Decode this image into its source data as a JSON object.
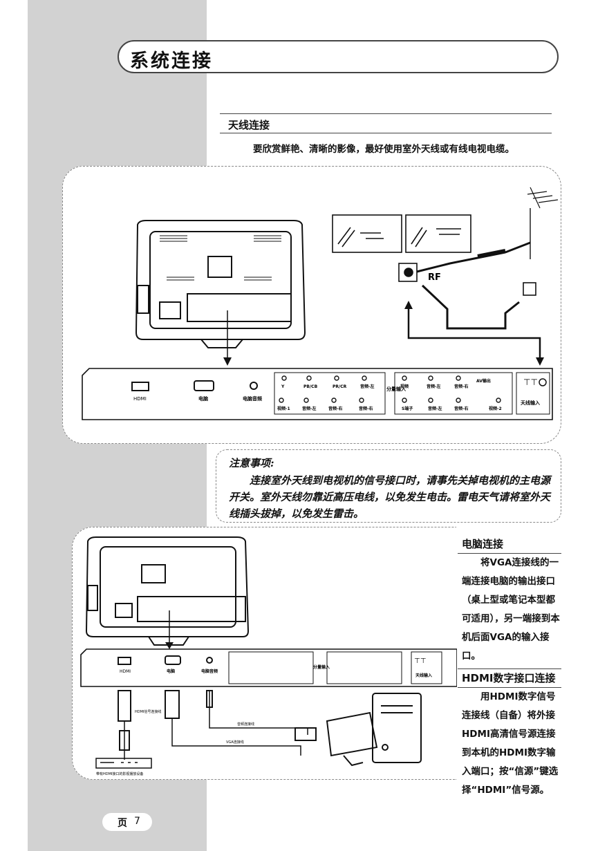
{
  "page_title": "系统连接",
  "antenna": {
    "heading": "天线连接",
    "intro": "要欣赏鲜艳、清晰的影像，最好使用室外天线或有线电视电缆。",
    "rf_label": "RF"
  },
  "panel": {
    "hdmi": "HDMI",
    "pc": "电脑",
    "pc_audio": "电脑音频",
    "top_row": [
      "Y",
      "PB/CB",
      "PR/CR",
      "音频-左"
    ],
    "bottom_row": [
      "视频-1",
      "音频-左",
      "音频-右",
      "音频-右"
    ],
    "component_in": "分量输入",
    "top_row2": [
      "视频",
      "音频-左",
      "音频-右"
    ],
    "av_out": "AV输出",
    "bottom_row2": [
      "S端子",
      "音频-左",
      "音频-右",
      "视频-2"
    ],
    "antenna_in": "天线输入"
  },
  "note": {
    "title": "注意事项:",
    "body": "连接室外天线到电视机的信号接口时，请事先关掉电视机的主电源开关。室外天线勿靠近高压电线，以免发生电击。雷电天气请将室外天线插头拔掉，以免发生雷击。"
  },
  "pc_connect": {
    "heading": "电脑连接",
    "body": "将VGA连接线的一端连接电脑的输出接口（桌上型或笔记本型都可适用），另一端接到本机后面VGA的输入接口。",
    "hdmi_cable_label": "HDMI信号连接线",
    "audio_cable_label": "音频连接线",
    "vga_cable_label": "VGA连接线",
    "device_label": "带有HDMI接口的影视播放设备"
  },
  "hdmi_connect": {
    "heading": "HDMI数字接口连接",
    "body": "用HDMI数字信号连接线（自备）将外接HDMI高清信号源连接到本机的HDMI数字输入端口；按“信源”键选择“HDMI”信号源。"
  },
  "footer": {
    "page_word": "页",
    "page_number": "7"
  }
}
